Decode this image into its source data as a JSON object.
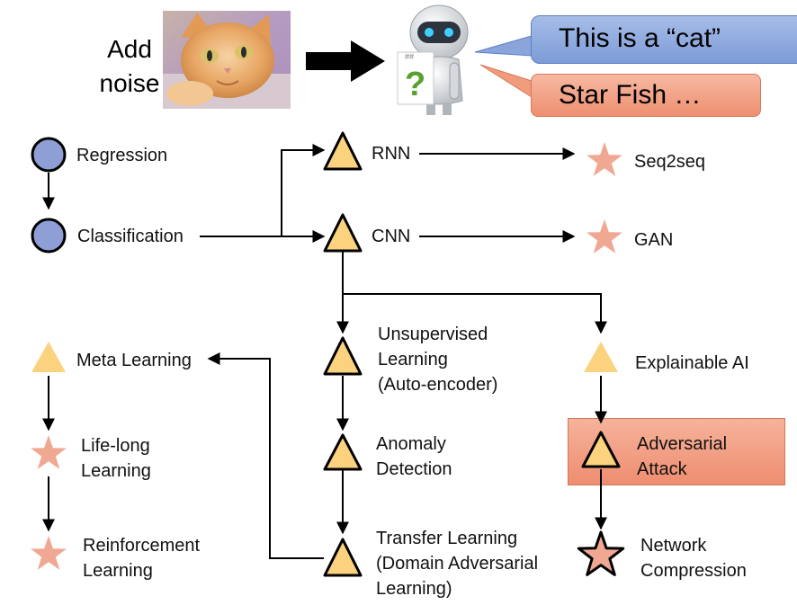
{
  "header": {
    "add_noise": "Add\nnoise",
    "bubble_cat": "This is a “cat”",
    "bubble_starfish": "Star Fish …",
    "robot_sign": "?"
  },
  "nodes": {
    "regression": "Regression",
    "classification": "Classification",
    "rnn": "RNN",
    "cnn": "CNN",
    "seq2seq": "Seq2seq",
    "gan": "GAN",
    "unsupervised": "Unsupervised\nLearning\n(Auto-encoder)",
    "explainable": "Explainable AI",
    "meta": "Meta Learning",
    "lifelong": "Life-long\nLearning",
    "reinforcement": "Reinforcement\nLearning",
    "anomaly": "Anomaly\nDetection",
    "adversarial": "Adversarial\nAttack",
    "transfer": "Transfer Learning\n(Domain Adversarial\nLearning)",
    "compression": "Network\nCompression"
  },
  "colors": {
    "circle_fill": "#8e9fd5",
    "triangle_fill": "#fbd37f",
    "star_fill": "#f1a893",
    "blue_bubble": "#8aa5dc",
    "orange_bubble": "#f09b7c"
  }
}
